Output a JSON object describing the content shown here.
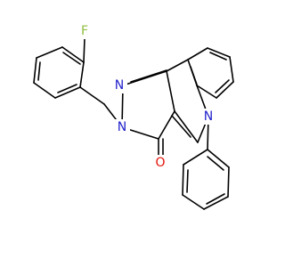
{
  "molecule": {
    "atoms": {
      "fluorine": "F",
      "pyrazole_n1": "N",
      "pyrazole_n2": "N",
      "quinoline_n": "N",
      "carbonyl_o": "O"
    },
    "colors": {
      "bond": "#000000",
      "fluorine": "#8fbf3f",
      "nitrogen": "#1f1fcc",
      "oxygen": "#e3120b",
      "background": "#ffffff"
    }
  }
}
